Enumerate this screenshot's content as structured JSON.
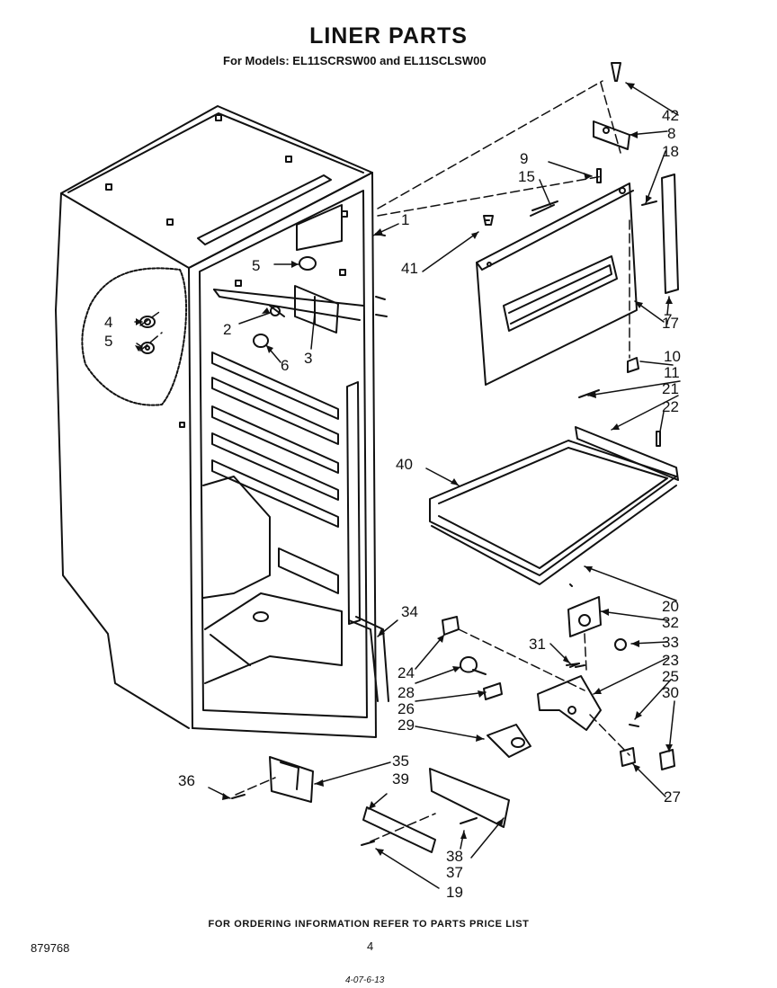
{
  "header": {
    "title": "LINER PARTS",
    "subtitle": "For Models: EL11SCRSW00 and EL11SCLSW00"
  },
  "footer": {
    "ordering_note": "FOR ORDERING INFORMATION REFER TO PARTS PRICE LIST",
    "document_number": "879768",
    "page_number": "4",
    "stamp": "4-07-6-13"
  },
  "callouts": [
    "1",
    "2",
    "3",
    "4",
    "5",
    "5",
    "6",
    "7",
    "8",
    "9",
    "10",
    "11",
    "15",
    "17",
    "18",
    "19",
    "20",
    "21",
    "22",
    "23",
    "24",
    "25",
    "26",
    "27",
    "28",
    "29",
    "30",
    "31",
    "32",
    "33",
    "34",
    "35",
    "36",
    "37",
    "38",
    "39",
    "40",
    "41",
    "42"
  ]
}
